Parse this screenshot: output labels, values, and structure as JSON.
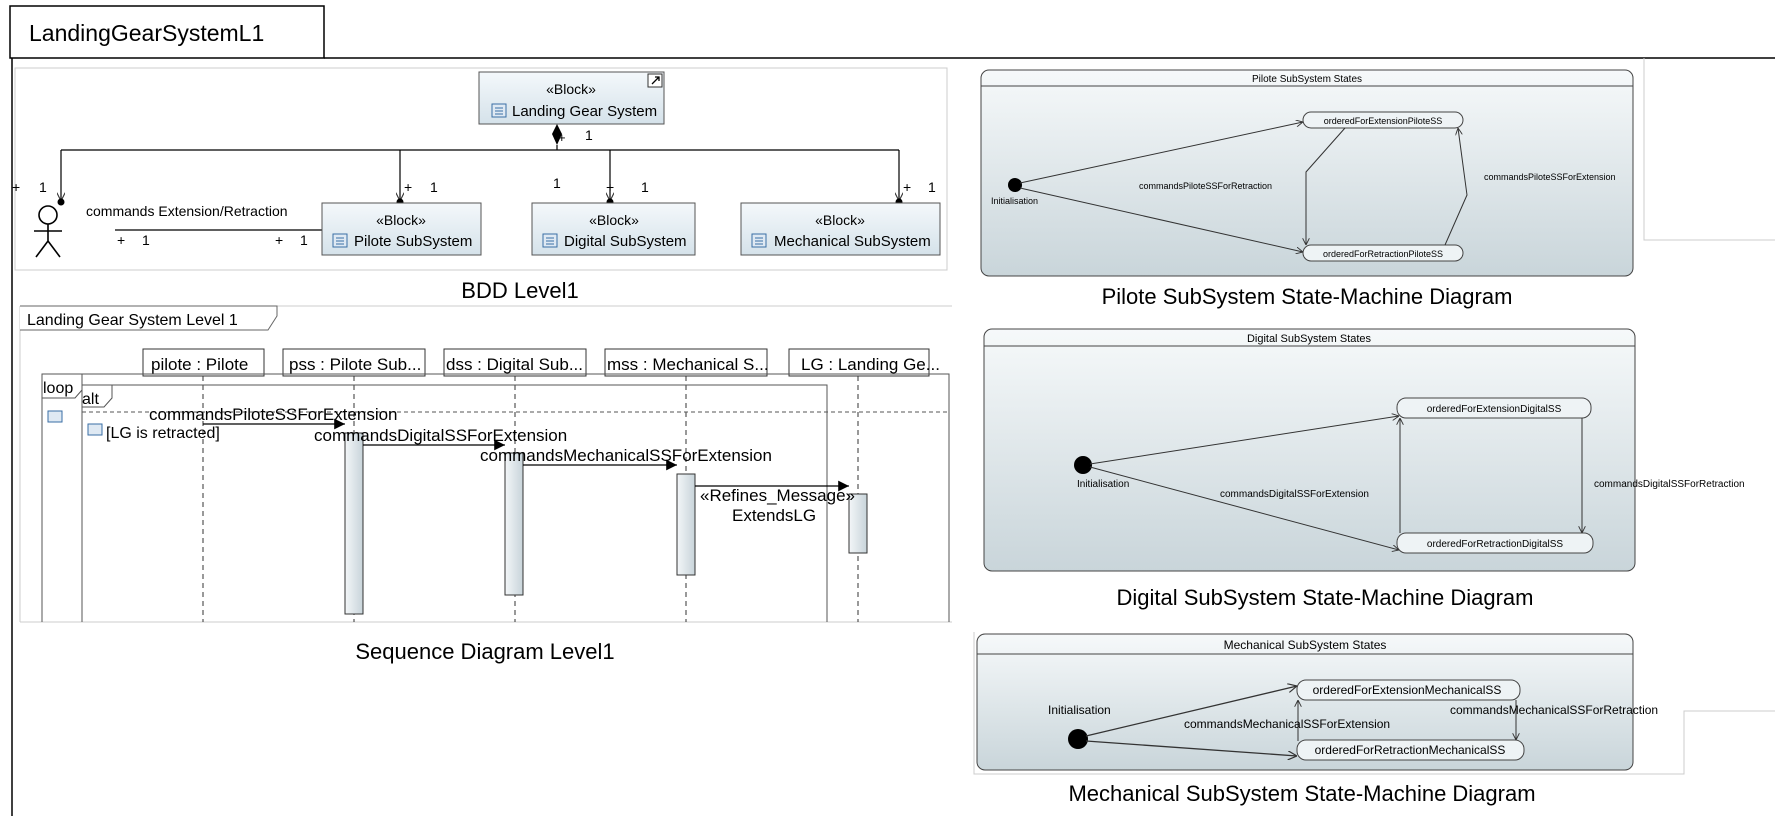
{
  "tab": {
    "title": "LandingGearSystemL1"
  },
  "bdd": {
    "caption": "BDD Level1",
    "blocks": {
      "stereotype": "«Block»",
      "root": "Landing Gear System",
      "pilote": "Pilote SubSystem",
      "digital": "Digital SubSystem",
      "mechanical": "Mechanical SubSystem"
    },
    "association_label": "commands Extension/Retraction",
    "multiplicity": "1",
    "plus": "+"
  },
  "sequence": {
    "caption": "Sequence Diagram Level1",
    "frame_title": "Landing Gear System Level 1",
    "lifelines": [
      "pilote : Pilote",
      "pss : Pilote Sub...",
      "dss : Digital Sub...",
      "mss : Mechanical S...",
      "LG : Landing Ge..."
    ],
    "loop": "loop",
    "alt": "alt",
    "guard": "[LG is retracted]",
    "messages": [
      "commandsPiloteSSForExtension",
      "commandsDigitalSSForExtension",
      "commandsMechanicalSSForExtension",
      "«Refines_Message»",
      "ExtendsLG"
    ]
  },
  "pilote_sm": {
    "caption": "Pilote SubSystem State-Machine Diagram",
    "title": "Pilote SubSystem States",
    "initial": "Initialisation",
    "state_ext": "orderedForExtensionPiloteSS",
    "state_ret": "orderedForRetractionPiloteSS",
    "t_retraction": "commandsPiloteSSForRetraction",
    "t_extension": "commandsPiloteSSForExtension"
  },
  "digital_sm": {
    "caption": "Digital SubSystem State-Machine Diagram",
    "title": "Digital SubSystem States",
    "initial": "Initialisation",
    "state_ext": "orderedForExtensionDigitalSS",
    "state_ret": "orderedForRetractionDigitalSS",
    "t_extension": "commandsDigitalSSForExtension",
    "t_retraction": "commandsDigitalSSForRetraction"
  },
  "mech_sm": {
    "caption": "Mechanical SubSystem State-Machine Diagram",
    "title": "Mechanical SubSystem States",
    "initial": "Initialisation",
    "state_ext": "orderedForExtensionMechanicalSS",
    "state_ret": "orderedForRetractionMechanicalSS",
    "t_extension": "commandsMechanicalSSForExtension",
    "t_retraction": "commandsMechanicalSSForRetraction"
  }
}
